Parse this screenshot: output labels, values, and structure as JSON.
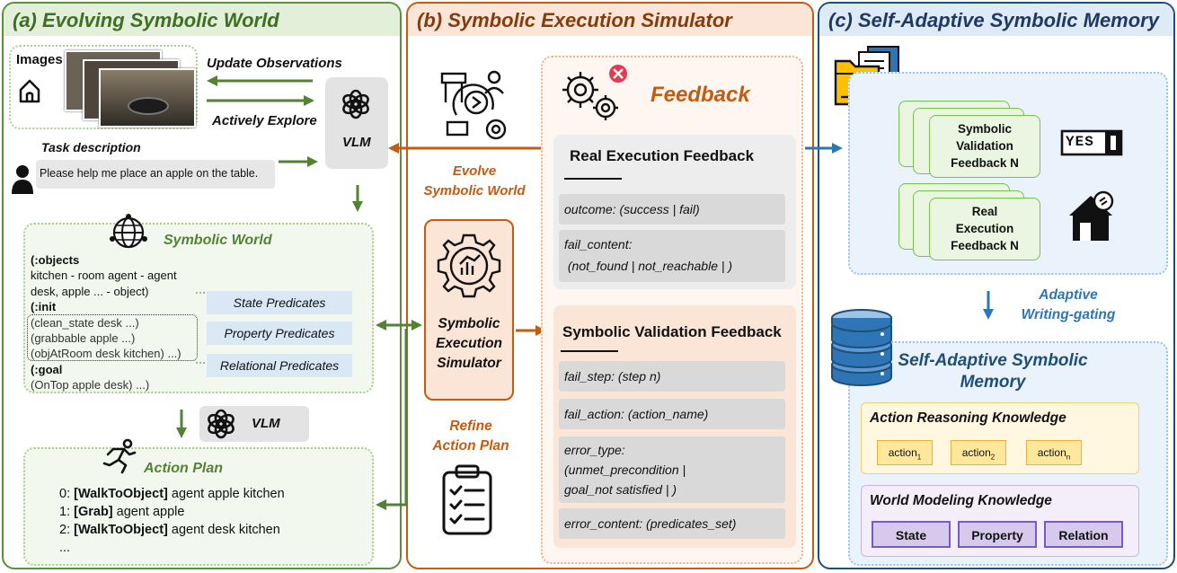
{
  "panel_a": {
    "title": "(a) Evolving Symbolic World",
    "images_label": "Images",
    "update_obs": "Update Observations",
    "actively_explore": "Actively Explore",
    "vlm": "VLM",
    "task_desc_label": "Task description",
    "task_text": "Please help me place an apple on the table.",
    "symbolic_world_title": "Symbolic World",
    "sw_lines": [
      {
        "b": "(:objects",
        "t": ""
      },
      {
        "b": "",
        "t": "kitchen - room  agent - agent"
      },
      {
        "b": "",
        "t": "desk, apple ... - object)"
      },
      {
        "b": "(:init",
        "t": ""
      },
      {
        "b": "",
        "t": "(clean_state desk ...)"
      },
      {
        "b": "",
        "t": "(grabbable apple ...)"
      },
      {
        "b": "",
        "t": "(objAtRoom desk kitchen) ...)"
      },
      {
        "b": "(:goal",
        "t": ""
      },
      {
        "b": "",
        "t": "(OnTop apple desk) ...)"
      }
    ],
    "predicates": [
      "State Predicates",
      "Property Predicates",
      "Relational Predicates"
    ],
    "vlm2": "VLM",
    "action_plan_title": "Action Plan",
    "plan": [
      {
        "idx": "0:",
        "act": "[WalkToObject]",
        "args": " agent apple kitchen"
      },
      {
        "idx": "1:",
        "act": "[Grab]",
        "args": " agent apple"
      },
      {
        "idx": "2:",
        "act": "[WalkToObject]",
        "args": " agent desk kitchen"
      },
      {
        "idx": "...",
        "act": "",
        "args": ""
      }
    ]
  },
  "panel_b": {
    "title": "(b) Symbolic Execution Simulator",
    "evolve": [
      "Evolve",
      "Symbolic World"
    ],
    "refine": [
      "Refine",
      "Action Plan"
    ],
    "simulator": [
      "Symbolic",
      "Execution",
      "Simulator"
    ],
    "feedback": "Feedback",
    "real_title": "Real Execution Feedback",
    "real_items": [
      "outcome: (success | fail)",
      "fail_content:\n (not_found | not_reachable | )"
    ],
    "sym_title": "Symbolic Validation Feedback",
    "sym_items": [
      "fail_step: (step n)",
      "fail_action: (action_name)",
      "error_type:\n(unmet_precondition |\ngoal_not satisfied | )",
      "error_content: (predicates_set)"
    ]
  },
  "panel_c": {
    "title": "(c) Self-Adaptive Symbolic Memory",
    "card1": [
      "Symbolic",
      "Validation",
      "Feedback N"
    ],
    "card2": [
      "Real",
      "Execution",
      "Feedback N"
    ],
    "yes": "YES",
    "gating": [
      "Adaptive",
      "Writing-gating"
    ],
    "memory_title": [
      "Self-Adaptive Symbolic",
      "Memory"
    ],
    "ark_title": "Action Reasoning Knowledge",
    "actions": [
      {
        "base": "action",
        "sub": "1"
      },
      {
        "base": "action",
        "sub": "2"
      },
      {
        "base": "action",
        "sub": "n"
      }
    ],
    "wmk_title": "World Modeling Knowledge",
    "wmk_items": [
      "State",
      "Property",
      "Relation"
    ]
  },
  "colors": {
    "green": "#5b8f3a",
    "orange": "#c55a11",
    "blue": "#1f4e79"
  }
}
